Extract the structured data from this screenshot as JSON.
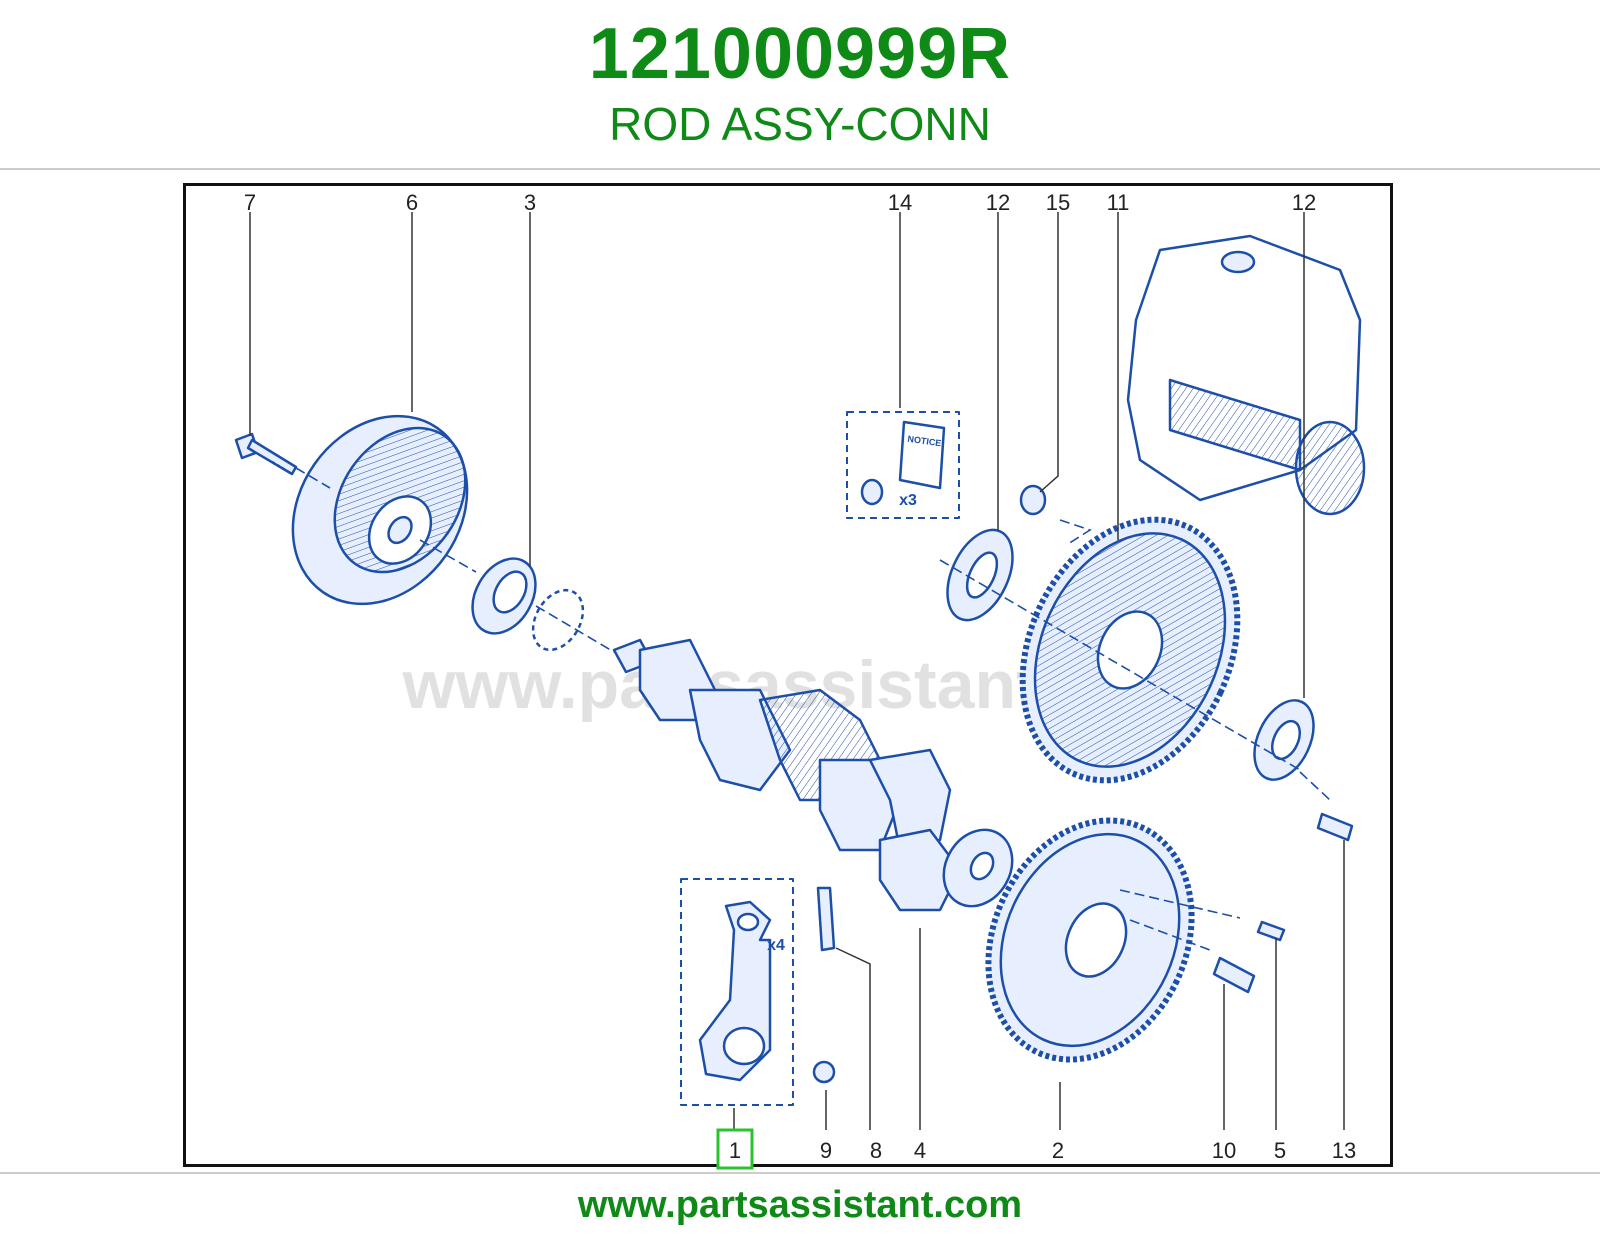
{
  "header": {
    "part_number": "121000999R",
    "part_name": "ROD ASSY-CONN"
  },
  "diagram": {
    "watermark": "www.partsassistant.com",
    "notice_label": "NOTICE",
    "qty_washers": "x3",
    "qty_rods": "x4",
    "highlighted_callout": "1",
    "callouts_top": [
      "7",
      "6",
      "3",
      "14",
      "12",
      "15",
      "11",
      "12"
    ],
    "callouts_bottom": [
      "1",
      "9",
      "8",
      "4",
      "2",
      "10",
      "5",
      "13"
    ]
  },
  "footer": {
    "url": "www.partsassistant.com"
  },
  "colors": {
    "brand_green": "#0f8a17",
    "line_blue": "#1d4fa8",
    "fill_blue": "#e7efff",
    "highlight": "#27c52b"
  }
}
